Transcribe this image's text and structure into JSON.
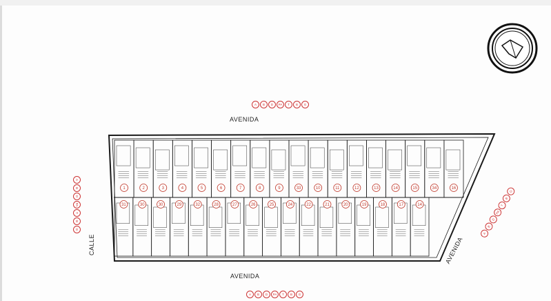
{
  "map": {
    "streets": {
      "top": "AVENIDA",
      "bottom": "AVENIDA",
      "left": "CALLE",
      "right": "AVENIDA"
    },
    "zone_codes": [
      "A",
      "B",
      "D",
      "PA",
      "T",
      "B",
      "G"
    ],
    "lot_numbers_top_row": [
      "1",
      "2",
      "3",
      "4",
      "5",
      "6",
      "7",
      "8",
      "9",
      "33",
      "10",
      "11",
      "12",
      "13",
      "14",
      "15",
      "34",
      "16"
    ],
    "lot_numbers_bottom_row": [
      "31",
      "30",
      "30",
      "29",
      "32",
      "28",
      "27",
      "26",
      "25",
      "24",
      "22",
      "21",
      "20",
      "19",
      "18",
      "17",
      "14"
    ],
    "north_arrow": "north-arrow-icon",
    "colors": {
      "line": "#1a1a1a",
      "accent": "#c0392b"
    }
  }
}
